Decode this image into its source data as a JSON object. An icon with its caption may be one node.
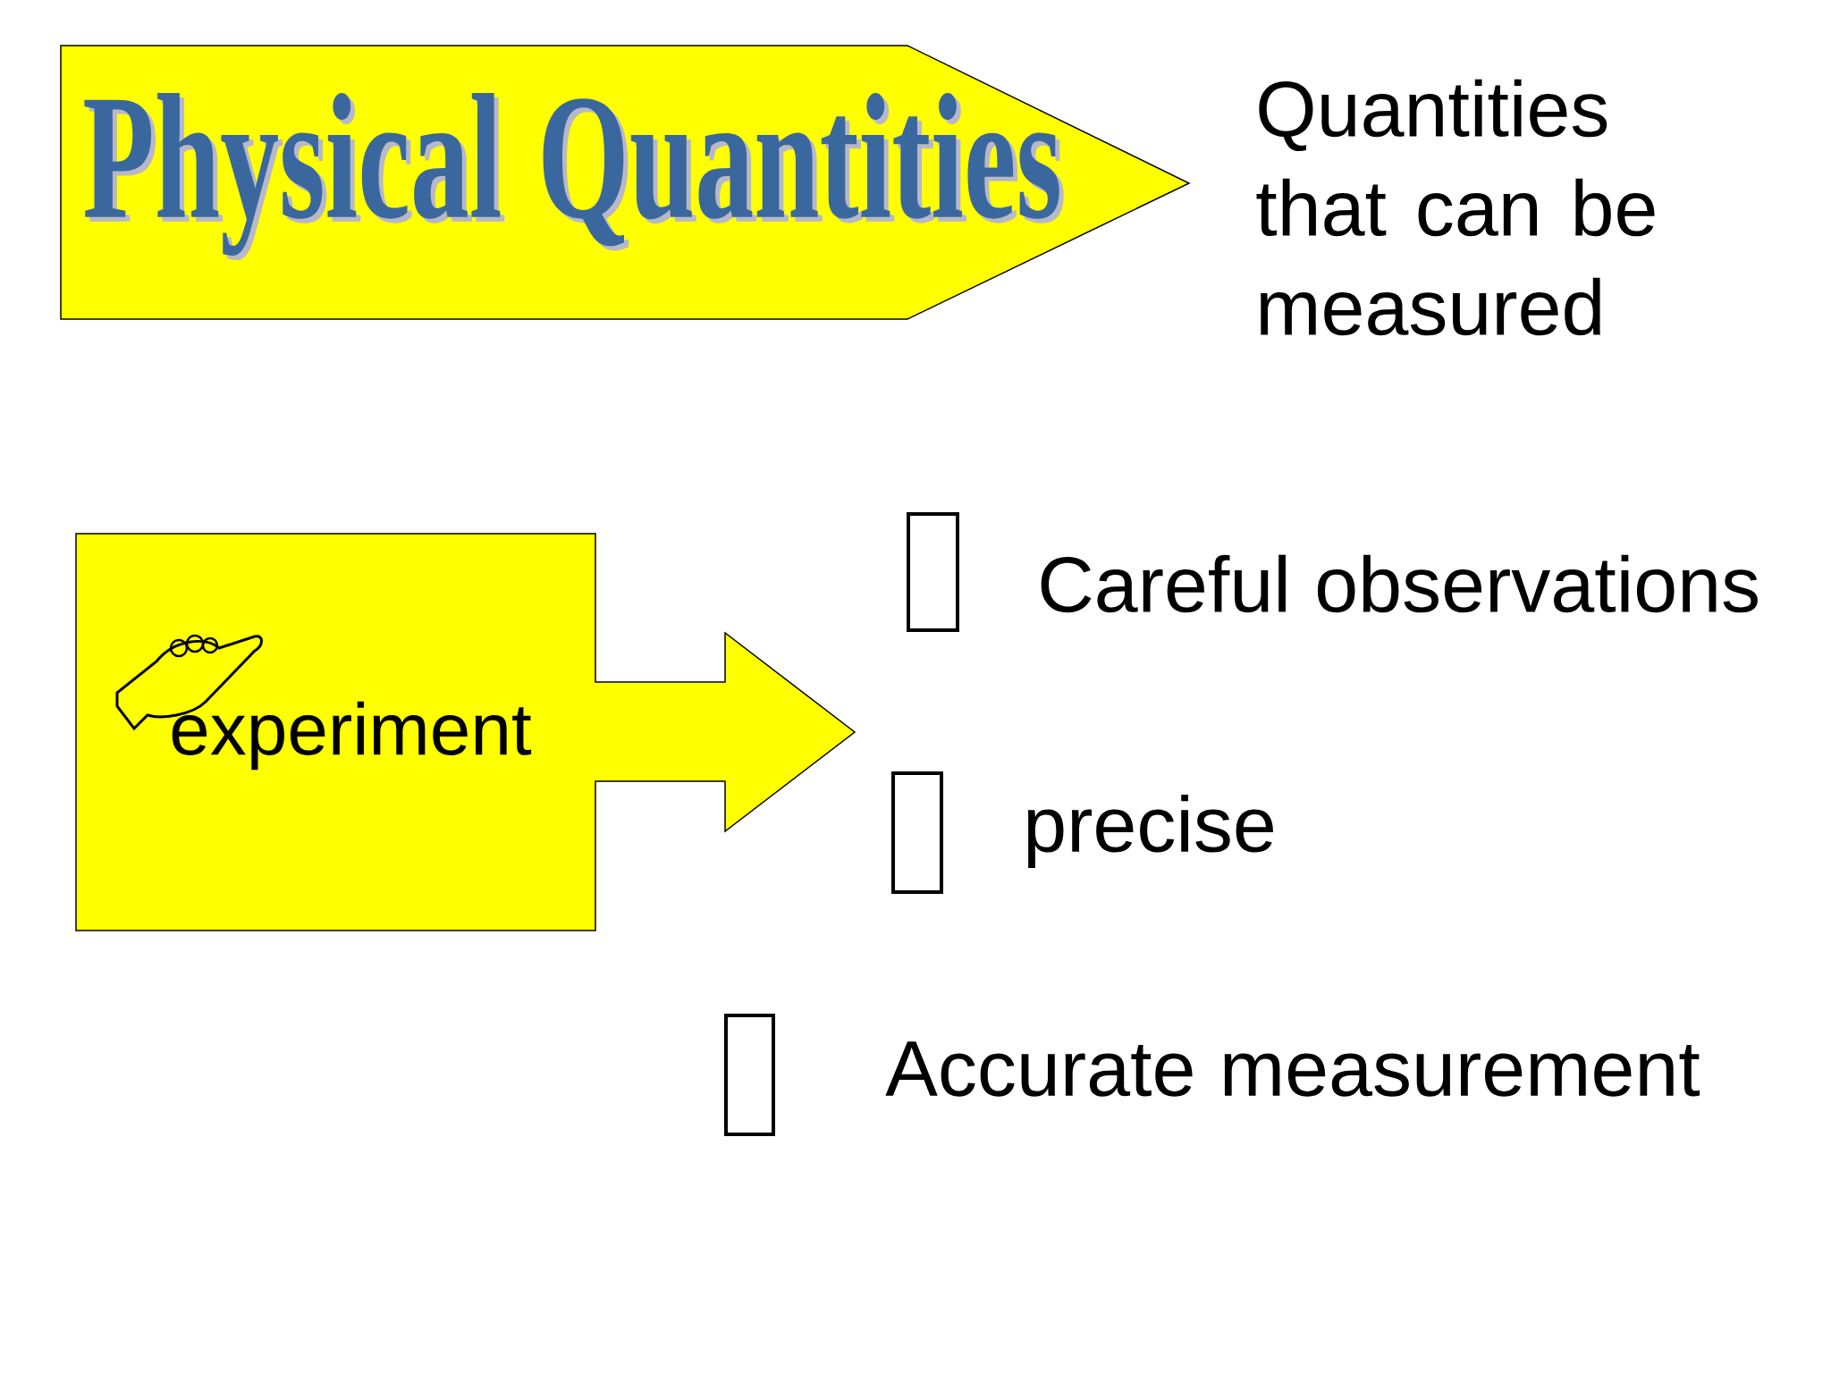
{
  "diagram": {
    "nodes": [
      {
        "text": [
          "Physical Quantities"
        ]
      },
      {
        "text": [
          "experiment"
        ]
      },
      {
        "text": [],
        "shape": "box"
      },
      {
        "text": [],
        "shape": "box"
      },
      {
        "text": [],
        "shape": "box"
      }
    ],
    "labels": [
      "Quantities that can be measured",
      "Careful observations",
      "precise",
      "Accurate measurement"
    ]
  }
}
